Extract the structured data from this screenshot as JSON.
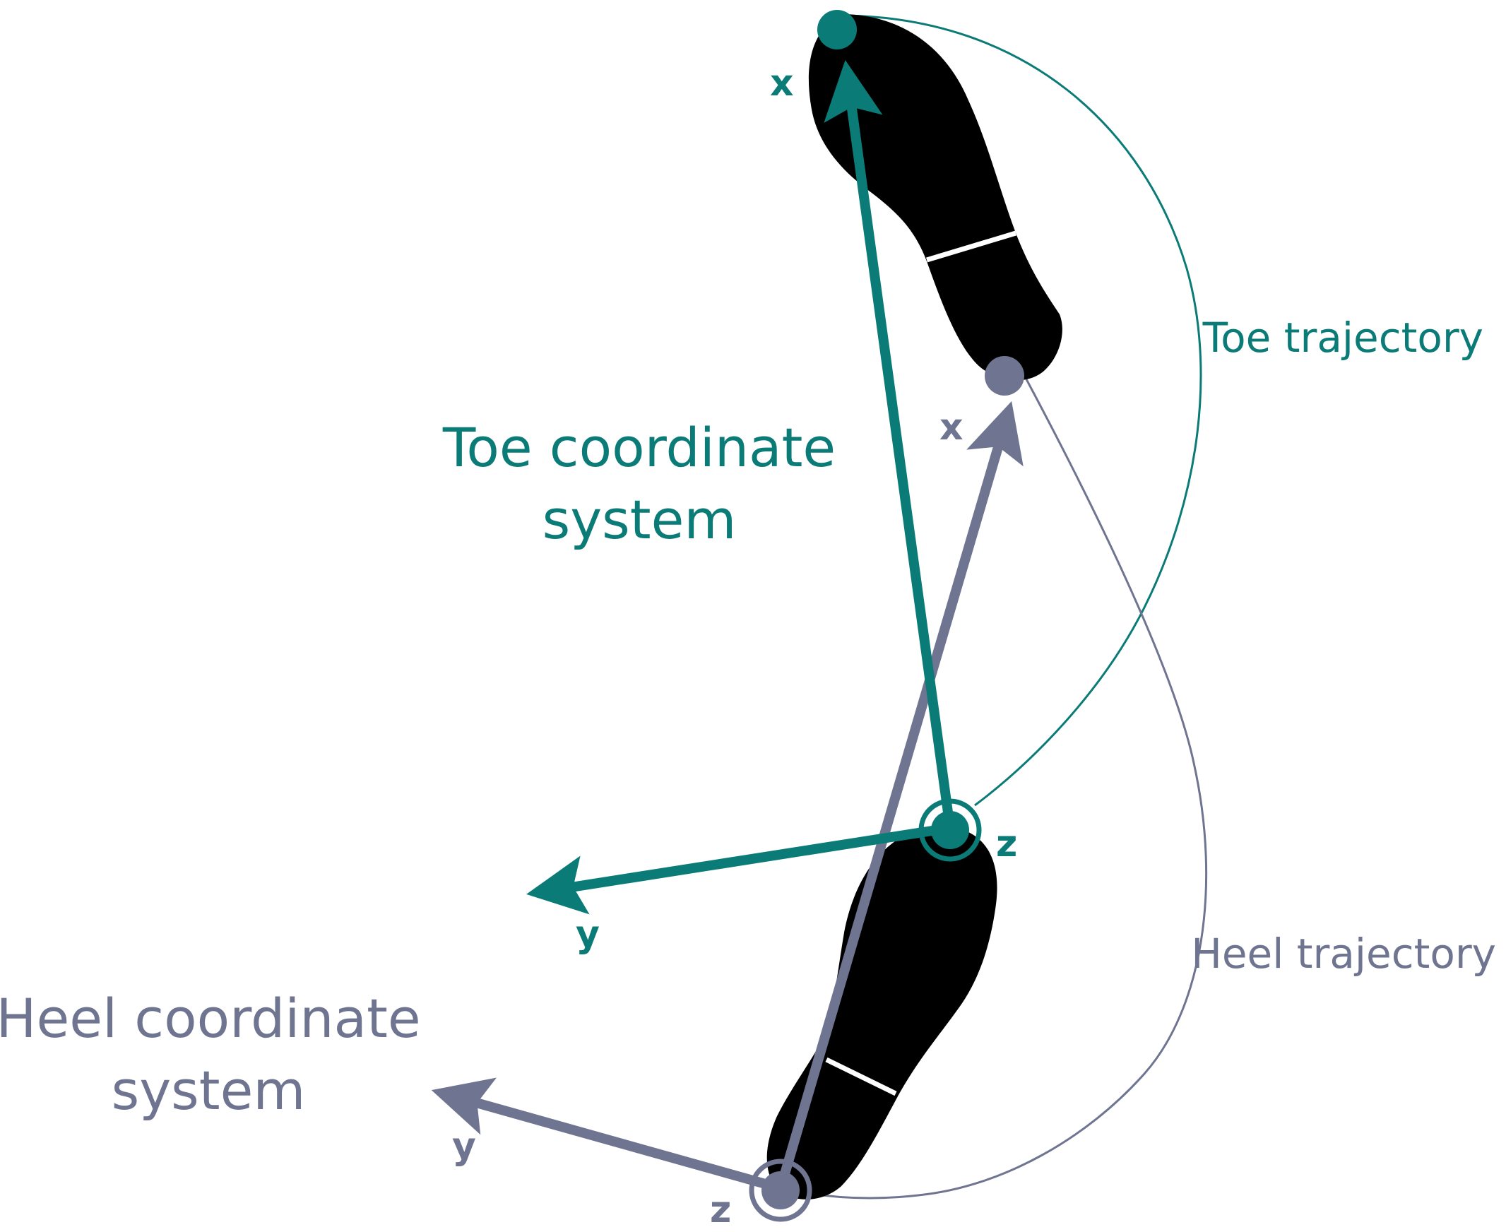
{
  "colors": {
    "toe": "#0b7b77",
    "heel": "#6f7591",
    "foot": "#000000",
    "background": "#ffffff"
  },
  "toe_system": {
    "title_line1": "Toe coordinate",
    "title_line2": "system",
    "x_label": "x",
    "y_label": "y",
    "z_label": "z",
    "trajectory_label": "Toe trajectory"
  },
  "heel_system": {
    "title_line1": "Heel coordinate",
    "title_line2": "system",
    "x_label": "x",
    "y_label": "y",
    "z_label": "z",
    "trajectory_label": "Heel trajectory"
  }
}
